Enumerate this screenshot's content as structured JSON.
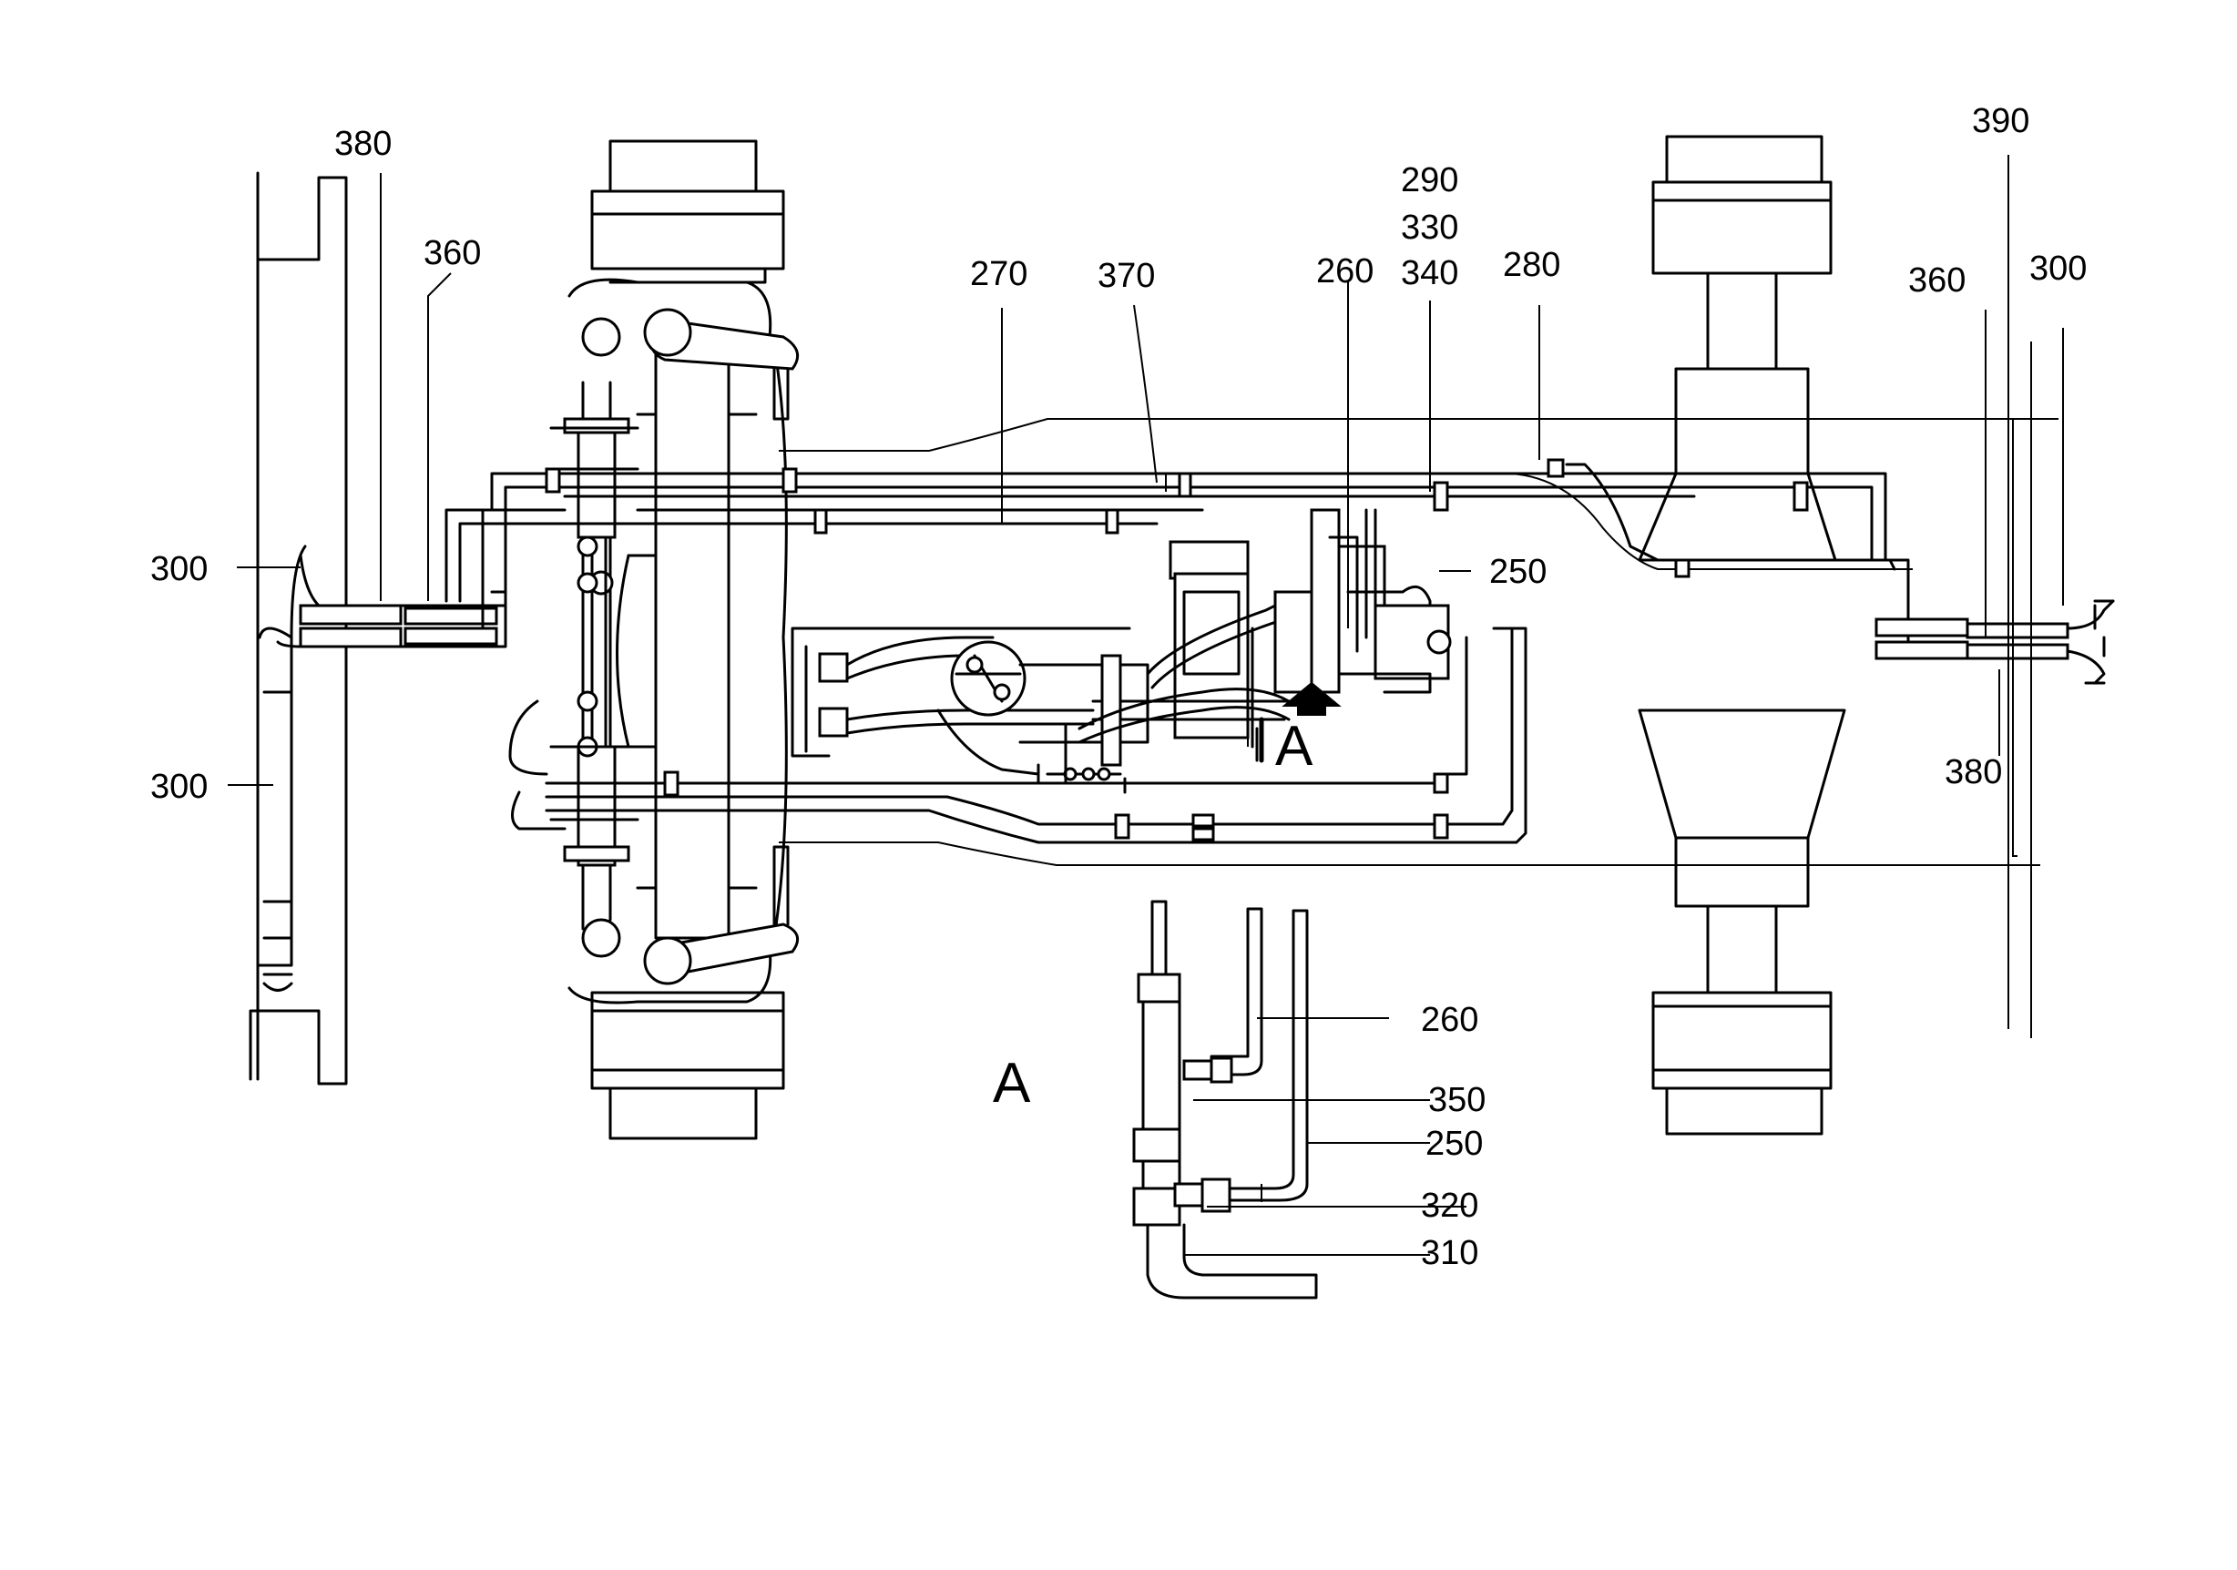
{
  "labels": {
    "l380_top_left": "380",
    "l360_top_left": "360",
    "l300_left_upper": "300",
    "l300_left_lower": "300",
    "l270": "270",
    "l370": "370",
    "l290": "290",
    "l330": "330",
    "l340": "340",
    "l260_top": "260",
    "l280": "280",
    "l250_top": "250",
    "l390": "390",
    "l360_right": "360",
    "l300_right": "300",
    "l380_right": "380",
    "l260_detail": "260",
    "l350": "350",
    "l250_detail": "250",
    "l320": "320",
    "l310": "310"
  },
  "view_markers": {
    "section_marker": "A",
    "detail_title": "A"
  }
}
